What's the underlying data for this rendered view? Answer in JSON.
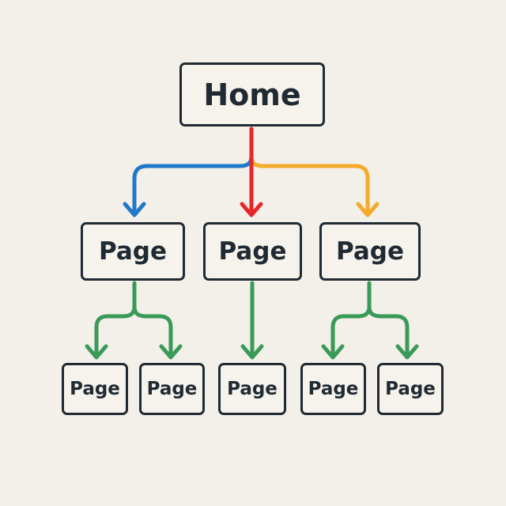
{
  "colors": {
    "background": "#f3efe9",
    "box_border": "#1f2a33",
    "text": "#1f2a33",
    "arrow_left": "#1f78c8",
    "arrow_center": "#e8262a",
    "arrow_right": "#f4ab2a",
    "arrow_children": "#3a9a58"
  },
  "root": {
    "label": "Home"
  },
  "level1": [
    {
      "label": "Page"
    },
    {
      "label": "Page"
    },
    {
      "label": "Page"
    }
  ],
  "level2": [
    {
      "label": "Page"
    },
    {
      "label": "Page"
    },
    {
      "label": "Page"
    },
    {
      "label": "Page"
    },
    {
      "label": "Page"
    }
  ]
}
